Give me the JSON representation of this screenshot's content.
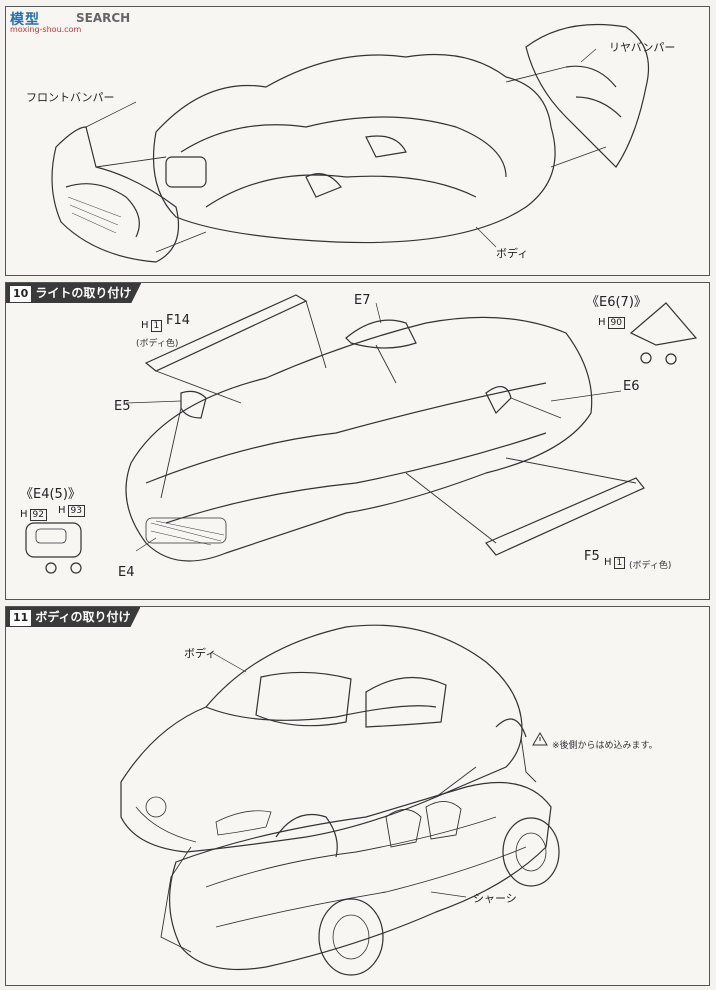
{
  "watermark": {
    "logo": "模型",
    "site": "moxing-shou.com",
    "tag": "SEARCH"
  },
  "top": {
    "rear_bumper": "リヤバンパー",
    "front_bumper": "フロントバンパー",
    "body": "ボディ"
  },
  "step10": {
    "number": "10",
    "title": "ライトの取り付け",
    "f14": "F14",
    "h1_label": "H",
    "h1_num": "1",
    "body_color": "(ボディ色)",
    "e7": "E7",
    "e6_group": "《E6(7)》",
    "h90_label": "H",
    "h90_num": "90",
    "e5": "E5",
    "e6": "E6",
    "e4_group": "《E4(5)》",
    "h92_label": "H",
    "h92_num": "92",
    "h93_label": "H",
    "h93_num": "93",
    "e4": "E4",
    "f5": "F5",
    "f5_h_label": "H",
    "f5_h_num": "1",
    "f5_body_color": "(ボディ色)"
  },
  "step11": {
    "number": "11",
    "title": "ボディの取り付け",
    "body": "ボディ",
    "note": "※後側からはめ込みます。",
    "chassis": "シャーシ"
  }
}
